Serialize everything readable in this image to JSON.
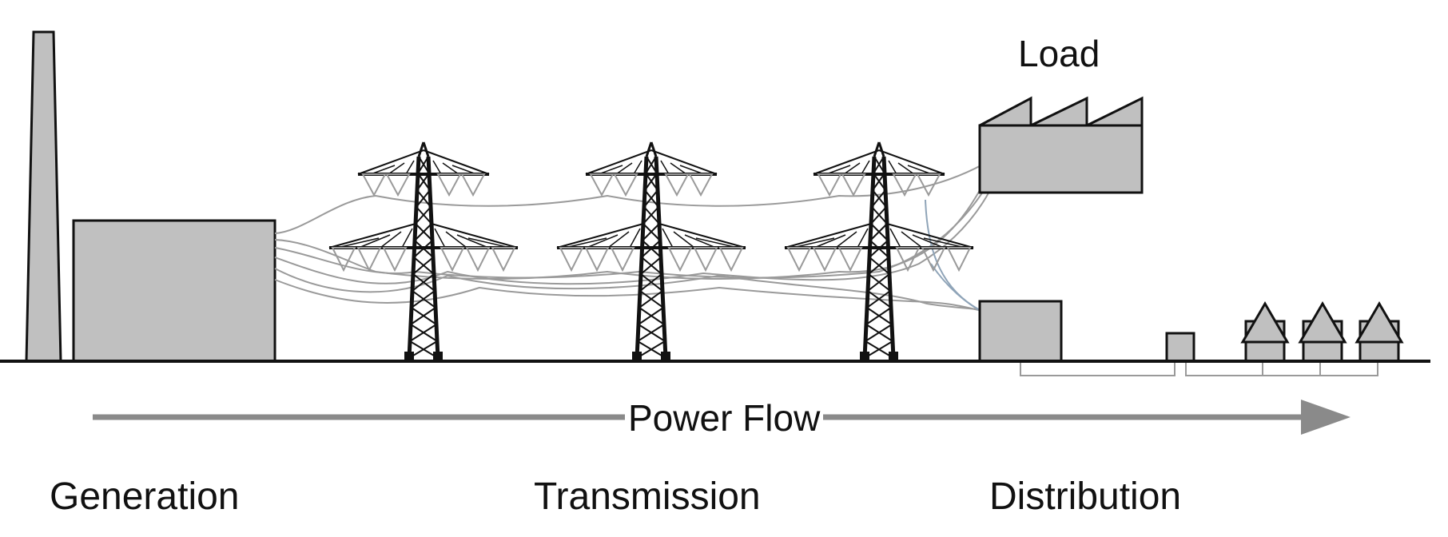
{
  "labels": {
    "load": "Load",
    "power_flow": "Power Flow",
    "generation": "Generation",
    "transmission": "Transmission",
    "distribution": "Distribution"
  },
  "colors": {
    "fill": "#c0c0c0",
    "stroke": "#111111",
    "wire": "#9a9a9a",
    "arrow": "#8a8a8a"
  }
}
